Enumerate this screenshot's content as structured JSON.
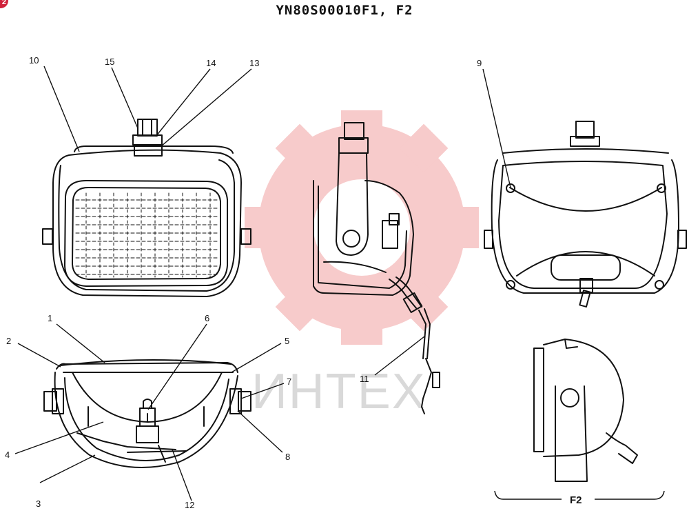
{
  "badge": "2",
  "title": "YN80S00010F1, F2",
  "watermark": "ИНТЕХ",
  "callouts": [
    "1",
    "2",
    "3",
    "4",
    "5",
    "6",
    "7",
    "8",
    "9",
    "10",
    "11",
    "12",
    "13",
    "14",
    "15"
  ],
  "view_label": "F2",
  "colors": {
    "line": "#111111",
    "watermark": "#f3b3b3",
    "badge": "#d0213a"
  }
}
